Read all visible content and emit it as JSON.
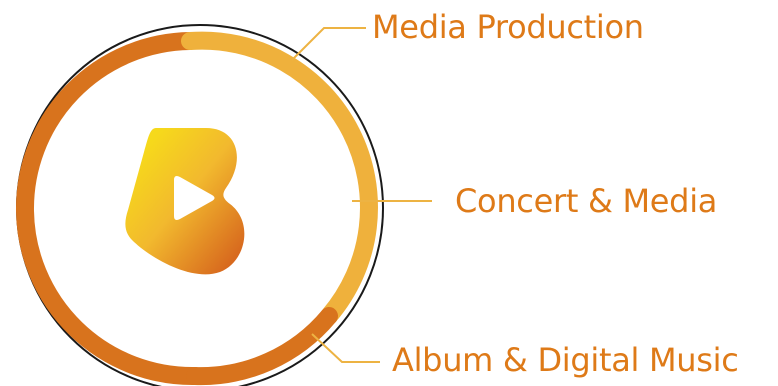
{
  "labels": {
    "media_production": "Media Production",
    "concert_media": "Concert & Media",
    "album_digital_music": "Album & Digital Music"
  },
  "colors": {
    "label_text": "#DE7A18",
    "ring_dark": "#D8731D",
    "ring_light": "#EFB13C",
    "connector": "#EDB343",
    "outer_circle": "#1a1a1a",
    "logo_top": "#F3C24A",
    "logo_mid": "#F6D91B",
    "logo_bottom": "#D86A1E",
    "play_triangle": "#FFFFFF"
  },
  "icons": {
    "logo": "play-b-logo-icon"
  }
}
